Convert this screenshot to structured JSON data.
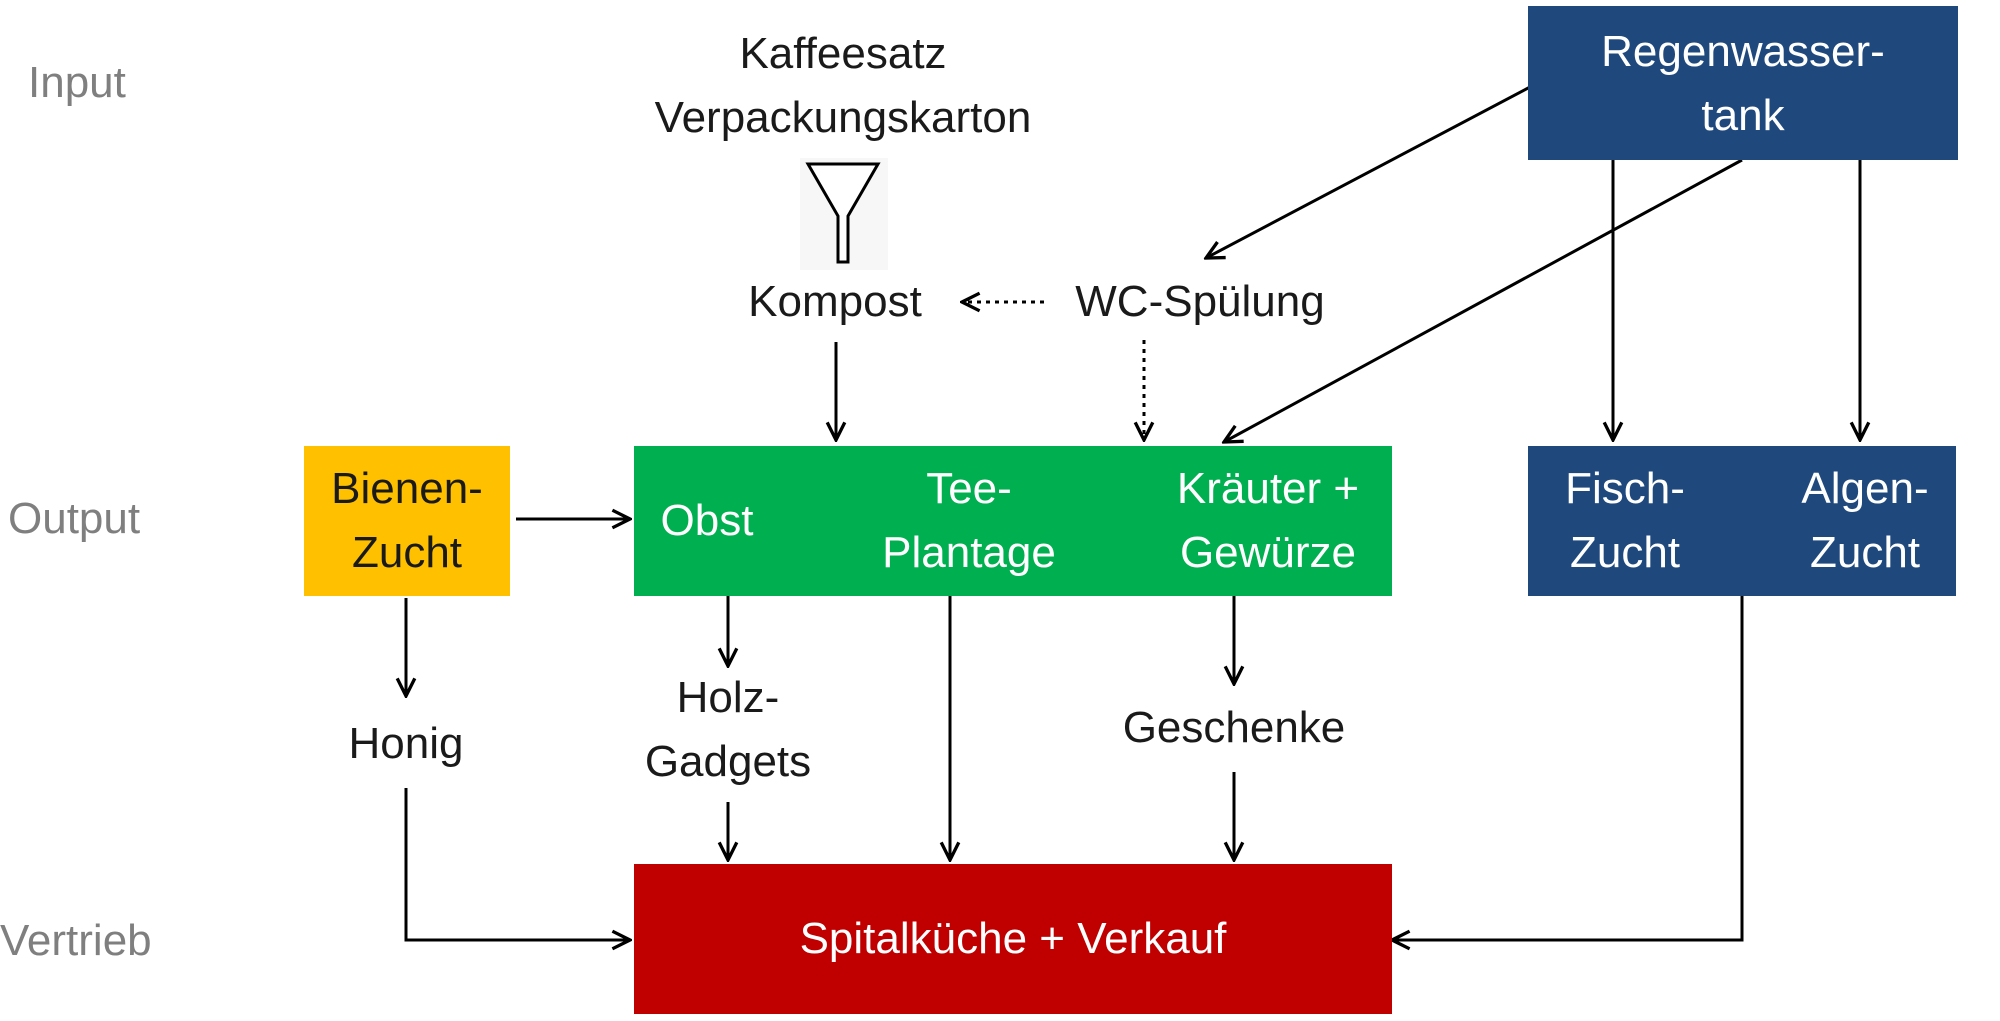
{
  "rows": {
    "input": "Input",
    "output": "Output",
    "vertrieb": "Vertrieb"
  },
  "inputs": {
    "line1": "Kaffeesatz",
    "line2": "Verpackungskarton"
  },
  "nodes": {
    "kompost": "Kompost",
    "wc": "WC-Spülung",
    "tank": {
      "line1": "Regenwasser-",
      "line2": "tank"
    },
    "bienen": {
      "line1": "Bienen-",
      "line2": "Zucht"
    },
    "obst": "Obst",
    "tee": {
      "line1": "Tee-",
      "line2": "Plantage"
    },
    "kraeuter": {
      "line1": "Kräuter +",
      "line2": "Gewürze"
    },
    "fisch": {
      "line1": "Fisch-",
      "line2": "Zucht"
    },
    "algen": {
      "line1": "Algen-",
      "line2": "Zucht"
    },
    "honig": "Honig",
    "holz": {
      "line1": "Holz-",
      "line2": "Gadgets"
    },
    "geschenke": "Geschenke",
    "verkauf": "Spitalküche + Verkauf"
  },
  "colors": {
    "green": "#00b050",
    "gold": "#ffc000",
    "navy": "#1f497d",
    "red": "#c00000",
    "row_label": "#7f7f7f",
    "text": "#1a1a1a"
  }
}
